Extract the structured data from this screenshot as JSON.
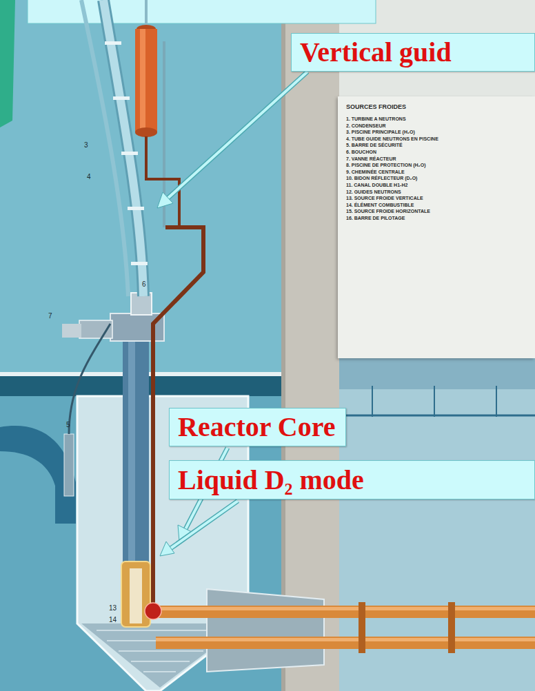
{
  "diagram": {
    "nodes": [
      {
        "text": [
          "Vertical guid"
        ]
      },
      {
        "text": [
          "SOURCES FROIDES",
          "1. TURBINE A NEUTRONS",
          "2. CONDENSEUR",
          "3. PISCINE PRINCIPALE (H₂O)",
          "4. TUBE GUIDE NEUTRONS EN PISCINE",
          "5. BARRE DE SÉCURITÉ",
          "6. BOUCHON",
          "7. VANNE RÉACTEUR",
          "8. PISCINE DE PROTECTION (H₂O)",
          "9. CHEMINÉE CENTRALE",
          "10. BIDON RÉFLECTEUR (D₂O)",
          "11. CANAL DOUBLE H1-H2",
          "12. GUIDES NEUTRONS",
          "13. SOURCE FROIDE VERTICALE",
          "14. ÉLÉMENT COMBUSTIBLE",
          "15. SOURCE FROIDE HORIZONTALE",
          "16. BARRE DE PILOTAGE"
        ]
      },
      {
        "text": [
          "Reactor Core"
        ]
      },
      {
        "text": [
          "Liquid D₂ mode"
        ]
      }
    ],
    "labels": [
      "3",
      "4",
      "5",
      "6",
      "7",
      "13",
      "14"
    ]
  }
}
